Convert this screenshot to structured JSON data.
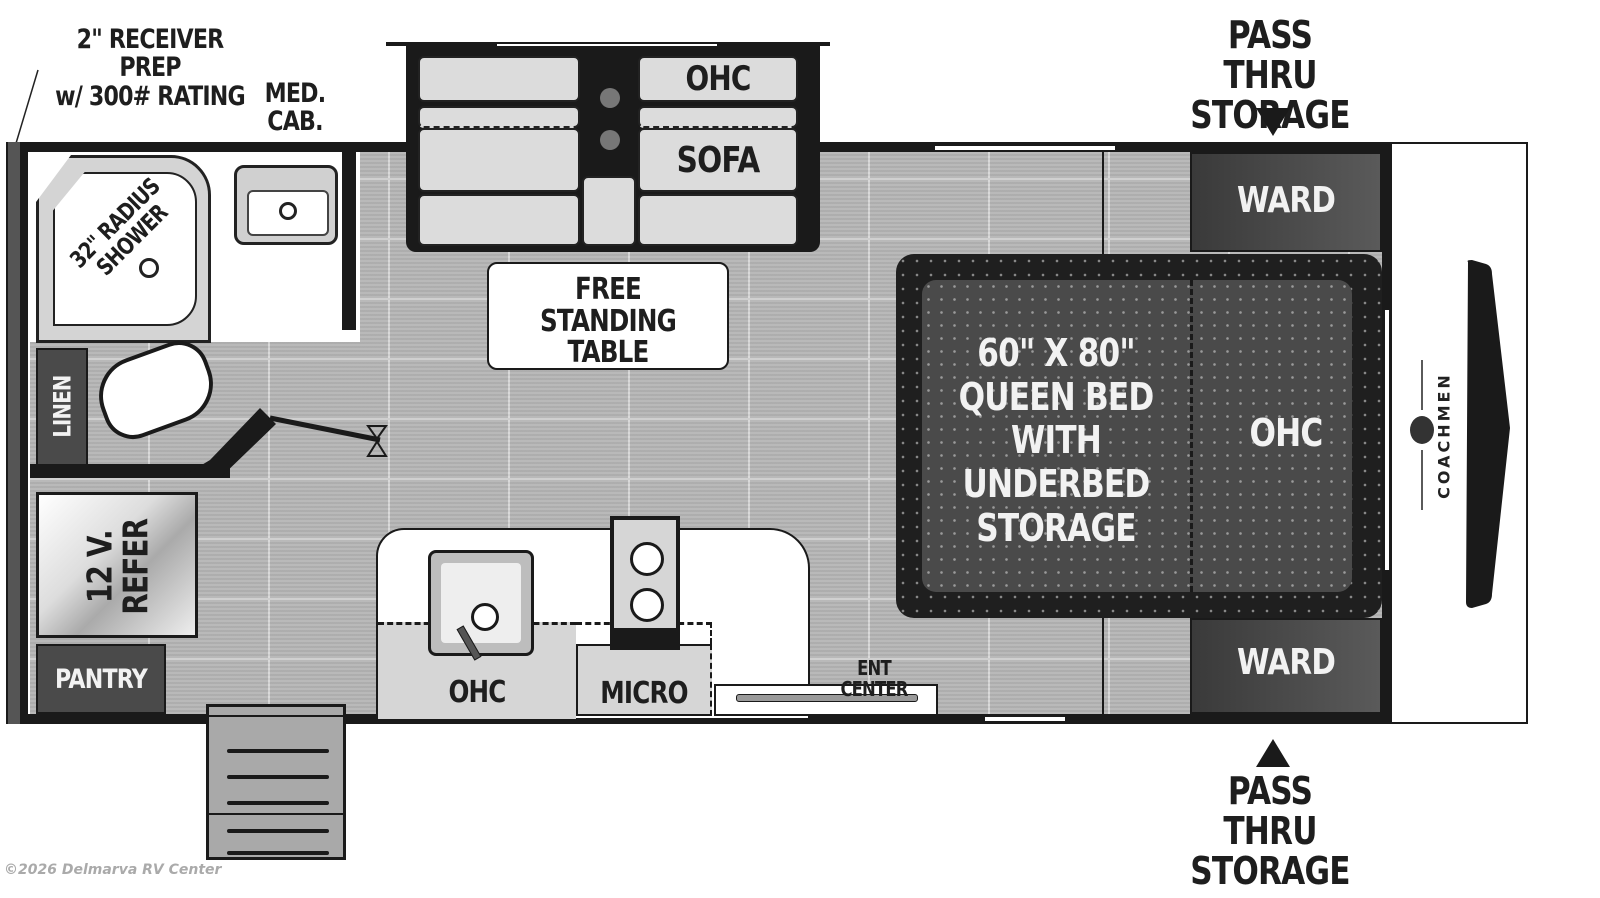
{
  "floorplan": {
    "brand": "COACHMEN",
    "callouts": {
      "receiver_line1": "2\" RECEIVER PREP",
      "receiver_line2": "w/ 300# RATING",
      "med_cab_line1": "MED.",
      "med_cab_line2": "CAB.",
      "pass_thru_top_line1": "PASS THRU",
      "pass_thru_top_line2": "STORAGE",
      "pass_thru_bottom_line1": "PASS THRU",
      "pass_thru_bottom_line2": "STORAGE"
    },
    "rooms": {
      "shower_line1": "32\" RADIUS",
      "shower_line2": "SHOWER",
      "linen": "LINEN",
      "refer_line1": "12 V.",
      "refer_line2": "REFER",
      "pantry": "PANTRY",
      "slide_ohc": "OHC",
      "sofa": "SOFA",
      "table_line1": "FREE",
      "table_line2": "STANDING",
      "table_line3": "TABLE",
      "kitchen_ohc": "OHC",
      "micro": "MICRO",
      "ent_center": "ENT CENTER",
      "ward_top": "WARD",
      "ward_bottom": "WARD",
      "bed_line1": "60\" X 80\"",
      "bed_line2": "QUEEN BED",
      "bed_line3": "WITH",
      "bed_line4": "UNDERBED",
      "bed_line5": "STORAGE",
      "bed_ohc": "OHC"
    },
    "colors": {
      "wall": "#1a1a1a",
      "floor": "#b3b3b3",
      "cabinet_dark": "#4a4a4a",
      "cushion": "#dcdcdc"
    },
    "copyright": "©2026 Delmarva RV Center"
  }
}
